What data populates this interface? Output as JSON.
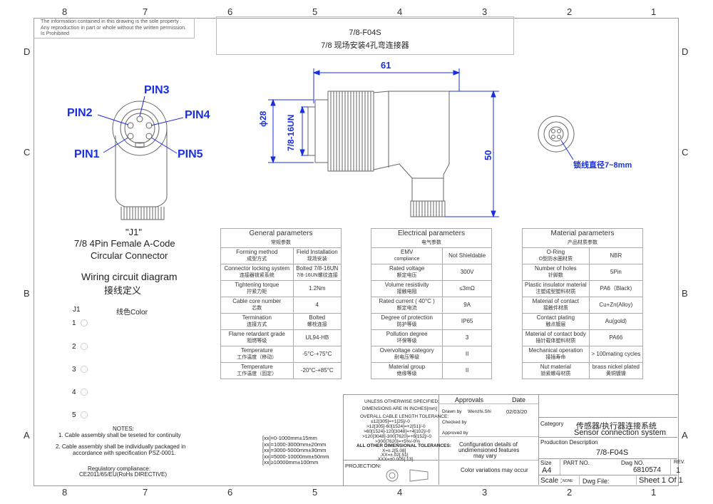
{
  "zones": {
    "top": [
      "8",
      "7",
      "6",
      "5",
      "4",
      "3",
      "2",
      "1"
    ],
    "bottom": [
      "8",
      "7",
      "6",
      "5",
      "4",
      "3",
      "2",
      "1"
    ],
    "left": [
      "D",
      "C",
      "B",
      "A"
    ],
    "right": [
      "D",
      "C",
      "B",
      "A"
    ]
  },
  "notice": "The information contained in this drawing is the sole property . Any reproduction in part or whole without the written permission. Is Prohibited",
  "title": {
    "model": "7/8-F04S",
    "description": "7/8  现场安装4孔弯连接器"
  },
  "pins": [
    "PIN3",
    "PIN2",
    "PIN4",
    "PIN1",
    "PIN5"
  ],
  "dimensions": {
    "length": "61",
    "diameter": "ϕ28",
    "thread": "7/8-16UN",
    "height": "50"
  },
  "cable_note": "锁线直径7~8mm",
  "connector": {
    "name": "\"J1\"",
    "line1": "7/8 4Pin Female A-Code",
    "line2": "Circular Connector"
  },
  "wiring": {
    "title_en": "Wiring circuit diagram",
    "title_cn": "接线定义",
    "col1": "J1",
    "col2": "线色Color",
    "rows": [
      "1",
      "2",
      "3",
      "4",
      "5"
    ]
  },
  "notes": {
    "title": "NOTES:",
    "line1": "1. Cable assembly shall be teseted for continuity",
    "line2a": "2. Cable assembly shall be individually packaged in",
    "line2b": "accordance with  specification PSZ-0001.",
    "reg1": "Regulatory complianace:",
    "reg2": "CE2011/65/EU(RoHs DIRECTIVE)"
  },
  "general": {
    "title_en": "General parameters",
    "title_cn": "常规参数",
    "rows": [
      {
        "k_en": "Forming method",
        "k_cn": "成型方式",
        "v_en": "Field Installation",
        "v_cn": "现场安装"
      },
      {
        "k_en": "Connector locking system",
        "k_cn": "连接器锁紧系统",
        "v_en": "Bolted 7/8-16UN",
        "v_cn": "7/8-16UN螺纹连接"
      },
      {
        "k_en": "Tightening torque",
        "k_cn": "拧紧力矩",
        "v_en": "1.2Nm",
        "v_cn": ""
      },
      {
        "k_en": "Cable core number",
        "k_cn": "芯数",
        "v_en": "4",
        "v_cn": ""
      },
      {
        "k_en": "Termination",
        "k_cn": "连接方式",
        "v_en": "Bolted",
        "v_cn": "螺栓连接"
      },
      {
        "k_en": "Flame retardant grade",
        "k_cn": "阻燃等级",
        "v_en": "UL94-HB",
        "v_cn": ""
      },
      {
        "k_en": "Temperature",
        "k_cn": "工作温度（移动）",
        "v_en": "-5°C-+75°C",
        "v_cn": ""
      },
      {
        "k_en": "Temperature",
        "k_cn": "工作温度（固定）",
        "v_en": "-20°C-+85°C",
        "v_cn": ""
      }
    ]
  },
  "electrical": {
    "title_en": "Electrical parameters",
    "title_cn": "电气参数",
    "rows": [
      {
        "k_en": "EMV",
        "k_cn": "compliance",
        "v_en": "Not Shieldable",
        "v_cn": ""
      },
      {
        "k_en": "Rated voltage",
        "k_cn": "额定电压",
        "v_en": "300V",
        "v_cn": ""
      },
      {
        "k_en": "Volume resistivity",
        "k_cn": "接触电阻",
        "v_en": "≤3mΩ",
        "v_cn": ""
      },
      {
        "k_en": "Rated current ( 40°C )",
        "k_cn": "额定电流",
        "v_en": "9A",
        "v_cn": ""
      },
      {
        "k_en": "Degree of protection",
        "k_cn": "防护等级",
        "v_en": "IP65",
        "v_cn": ""
      },
      {
        "k_en": "Pollution degree",
        "k_cn": "环保等级",
        "v_en": "3",
        "v_cn": ""
      },
      {
        "k_en": "Overvoltage category",
        "k_cn": "耐电压等级",
        "v_en": "II",
        "v_cn": ""
      },
      {
        "k_en": "Material group",
        "k_cn": "绝缘等级",
        "v_en": "II",
        "v_cn": ""
      }
    ]
  },
  "material": {
    "title_en": "Material parameters",
    "title_cn": "产品材质参数",
    "rows": [
      {
        "k_en": "O-Ring",
        "k_cn": "O型防水圈材质",
        "v_en": "NBR",
        "v_cn": ""
      },
      {
        "k_en": "Number of holes",
        "k_cn": "针脚数",
        "v_en": "5Pin",
        "v_cn": ""
      },
      {
        "k_en": "Plastic insulator material",
        "k_cn": "注塑成型塑料材质",
        "v_en": "PA6（Black)",
        "v_cn": ""
      },
      {
        "k_en": "Material of contact",
        "k_cn": "接触件材质",
        "v_en": "Cu+Zn(Alloy)",
        "v_cn": ""
      },
      {
        "k_en": "Contact plating",
        "k_cn": "触点镀层",
        "v_en": "Au(gold)",
        "v_cn": ""
      },
      {
        "k_en": "Material of contact body",
        "k_cn": "插针载体塑料材质",
        "v_en": "PA66",
        "v_cn": ""
      },
      {
        "k_en": "Mechanical operation",
        "k_cn": "接插寿命",
        "v_en": "> 100mating cycles",
        "v_cn": ""
      },
      {
        "k_en": "Nut material",
        "k_cn": "锁紧螺母材质",
        "v_en": "brass nickel plated",
        "v_cn": "黄铜镀镍"
      }
    ]
  },
  "tolerances": {
    "l1": "[xx]=0-1000mm±15mm",
    "l2": "[xx]=1000-3000mm±20mm",
    "l3": "[xx]=3000-5000mm±30mm",
    "l4": "[xx]=5000-10000mm±50mm",
    "l5": "[xx]≥10000mm±100mm"
  },
  "titleblock": {
    "unless": "UNLESS OTHERWISE SPECIFIED:",
    "inches": "DIMENSIONS ARE IN INCHES[mm]",
    "overall": "OVERALL CABLE LENGTH TOLERANCE:",
    "ov1": "≤12[305]=+1[25]/-0",
    "ov2": ">12[305]-60[1524]=+2[51]/-0",
    "ov3": ">60[1524]-120[3048]=+4[102]/-0",
    "ov4": ">120[3048]-300[7620]=+6[152]/-0",
    "ov5": ">300[7620]=+5%/-0%",
    "other": "ALL OTHER DIMENSIONAL TOLERANCES:",
    "ot1": "X=±.2[5.08]",
    "ot2": ".XX=±.02[.51]",
    "ot3": ".XXX=±0.005[.13]",
    "projection": "PROJECTION:",
    "approvals": "Approvals",
    "date": "Date",
    "drawn_by": "Drawn by",
    "drawn_name": "Wenzhi.Shi",
    "drawn_date": "02/03/20",
    "checked_by": "Checked by",
    "approved_by": "Approved by",
    "config1": "Configuration details of",
    "config2": "undimensioned features",
    "config3": "may vary",
    "color_var": "Color variations may occur",
    "category_label": "Category",
    "category_cn": "传感器/执行器连接系统",
    "category_en": "Sensor connection system",
    "prod_label": "Produciton Description",
    "prod_value": "7/8-F04S",
    "size_label": "Size",
    "size_value": "A4",
    "part_label": "PART NO.",
    "dwg_label": "Dwg NO.",
    "dwg_value": "6810574",
    "rev_label": "REV.",
    "rev_value": "1",
    "scale_label": "Scale :",
    "scale_value": "NONE",
    "dwgfile_label": "Dwg File:",
    "sheet": "Sheet 1 Of 1"
  }
}
